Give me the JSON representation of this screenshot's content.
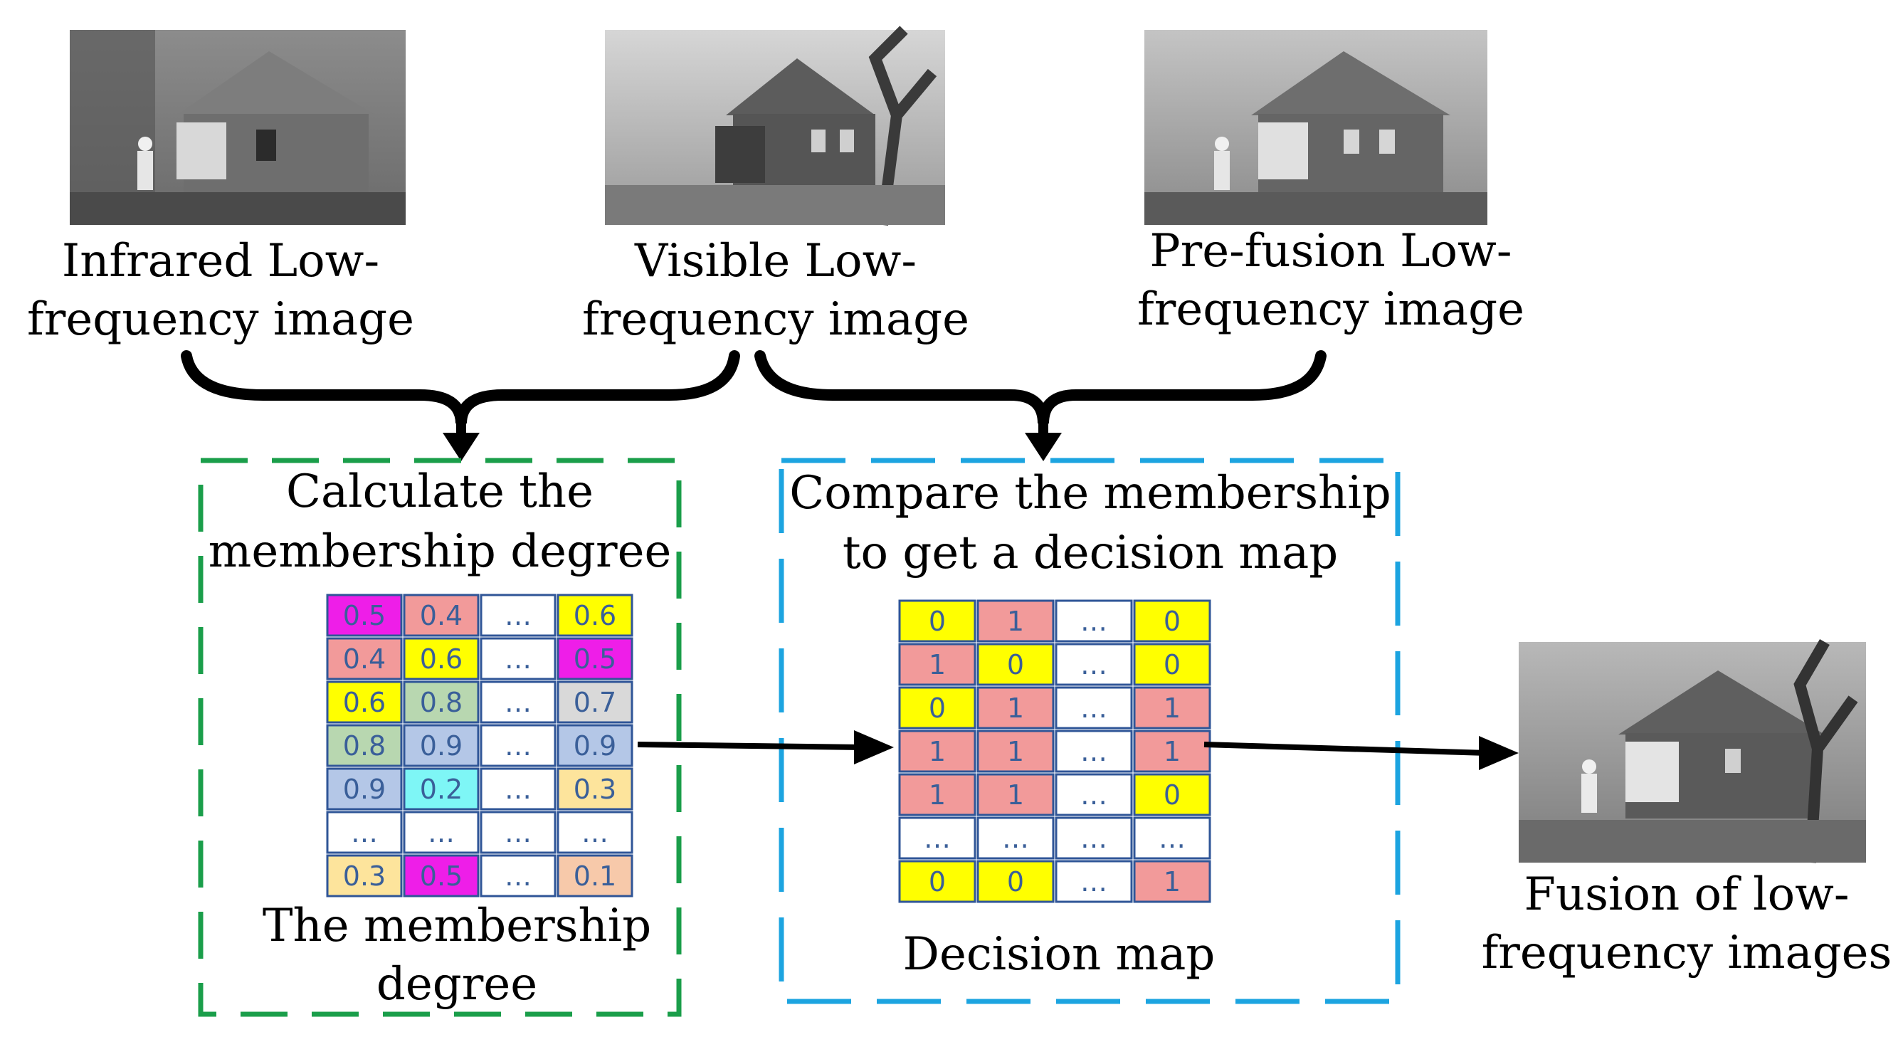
{
  "images": {
    "infrared": {
      "label_line1": "Infrared Low-",
      "label_line2": "frequency image",
      "icon": "infrared-photo"
    },
    "visible": {
      "label_line1": "Visible Low-",
      "label_line2": "frequency image",
      "icon": "visible-photo"
    },
    "prefusion": {
      "label_line1": "Pre-fusion Low-",
      "label_line2": "frequency image",
      "icon": "prefusion-photo"
    },
    "fusion": {
      "label_line1": "Fusion of low-",
      "label_line2": "frequency images",
      "icon": "fusion-photo"
    }
  },
  "membership_box": {
    "title_line1": "Calculate the",
    "title_line2": "membership degree",
    "caption_line1": "The membership",
    "caption_line2": "degree",
    "border_color": "#1a9e4a",
    "grid": [
      [
        "0.5",
        "0.4",
        "…",
        "0.6"
      ],
      [
        "0.4",
        "0.6",
        "…",
        "0.5"
      ],
      [
        "0.6",
        "0.8",
        "…",
        "0.7"
      ],
      [
        "0.8",
        "0.9",
        "…",
        "0.9"
      ],
      [
        "0.9",
        "0.2",
        "…",
        "0.3"
      ],
      [
        "…",
        "…",
        "…",
        "…"
      ],
      [
        "0.3",
        "0.5",
        "…",
        "0.1"
      ]
    ],
    "colors": [
      [
        "#ee1ee8",
        "#f29a9a",
        "#ffffff",
        "#ffff00"
      ],
      [
        "#f29a9a",
        "#ffff00",
        "#ffffff",
        "#ee1ee8"
      ],
      [
        "#ffff00",
        "#b8d7b0",
        "#ffffff",
        "#d9d9d9"
      ],
      [
        "#b8d7b0",
        "#b4c7e7",
        "#ffffff",
        "#b4c7e7"
      ],
      [
        "#b4c7e7",
        "#7ef6f6",
        "#ffffff",
        "#fde49c"
      ],
      [
        "#ffffff",
        "#ffffff",
        "#ffffff",
        "#ffffff"
      ],
      [
        "#fde49c",
        "#ee1ee8",
        "#ffffff",
        "#f7c9aa"
      ]
    ]
  },
  "decision_box": {
    "title_line1": "Compare the membership",
    "title_line2": "to get a decision map",
    "caption": "Decision map",
    "border_color": "#1ca4e0",
    "grid": [
      [
        "0",
        "1",
        "…",
        "0"
      ],
      [
        "1",
        "0",
        "…",
        "0"
      ],
      [
        "0",
        "1",
        "…",
        "1"
      ],
      [
        "1",
        "1",
        "…",
        "1"
      ],
      [
        "1",
        "1",
        "…",
        "0"
      ],
      [
        "…",
        "…",
        "…",
        "…"
      ],
      [
        "0",
        "0",
        "…",
        "1"
      ]
    ],
    "colors": [
      [
        "#ffff00",
        "#f29a9a",
        "#ffffff",
        "#ffff00"
      ],
      [
        "#f29a9a",
        "#ffff00",
        "#ffffff",
        "#ffff00"
      ],
      [
        "#ffff00",
        "#f29a9a",
        "#ffffff",
        "#f29a9a"
      ],
      [
        "#f29a9a",
        "#f29a9a",
        "#ffffff",
        "#f29a9a"
      ],
      [
        "#f29a9a",
        "#f29a9a",
        "#ffffff",
        "#ffff00"
      ],
      [
        "#ffffff",
        "#ffffff",
        "#ffffff",
        "#ffffff"
      ],
      [
        "#ffff00",
        "#ffff00",
        "#ffffff",
        "#f29a9a"
      ]
    ]
  }
}
